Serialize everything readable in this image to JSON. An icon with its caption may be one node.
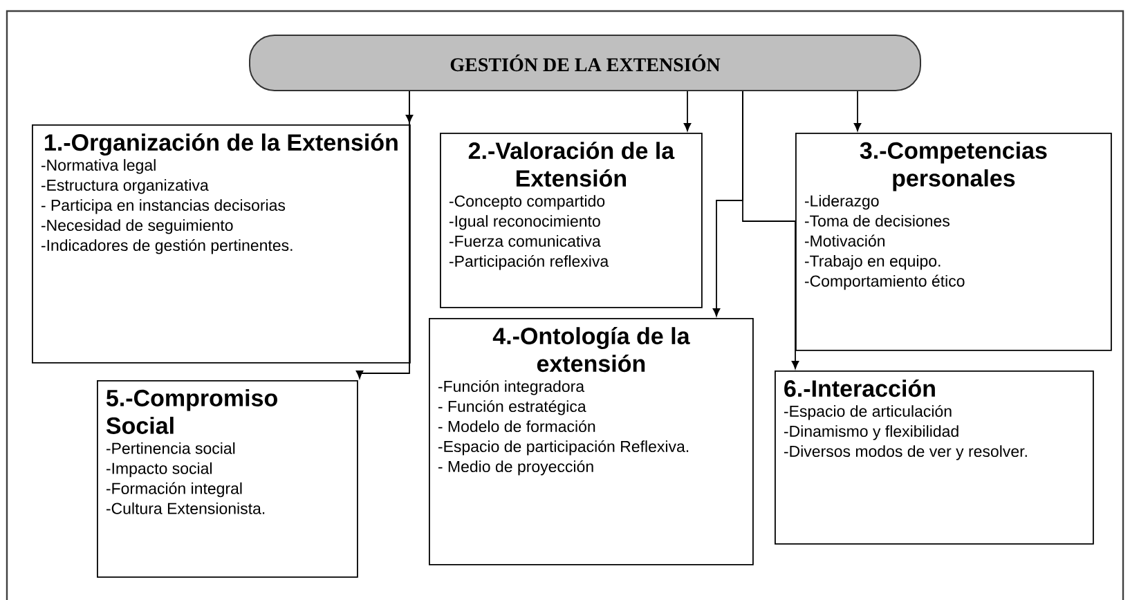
{
  "diagram": {
    "nodes": [
      {
        "text": [
          "GESTIÓN DE LA EXTENSIÓN"
        ]
      },
      {
        "text": [
          "1.-Organización de la Extensión",
          "-Normativa legal",
          "-Estructura organizativa",
          "- Participa en instancias decisorias",
          "-Necesidad de seguimiento",
          "-Indicadores de gestión pertinentes."
        ]
      },
      {
        "text": [
          "2.-Valoración de la Extensión",
          "-Concepto compartido",
          "-Igual reconocimiento",
          "-Fuerza comunicativa",
          "-Participación reflexiva"
        ]
      },
      {
        "text": [
          "3.-Competencias personales",
          "-Liderazgo",
          "-Toma de decisiones",
          "-Motivación",
          "-Trabajo en equipo.",
          "-Comportamiento ético"
        ]
      },
      {
        "text": [
          "4.-Ontología de la extensión",
          "-Función integradora",
          "- Función estratégica",
          "- Modelo de formación",
          "-Espacio de participación Reflexiva.",
          "- Medio de proyección"
        ]
      },
      {
        "text": [
          "5.-Compromiso Social",
          "-Pertinencia social",
          "-Impacto social",
          "-Formación integral",
          "-Cultura Extensionista."
        ]
      },
      {
        "text": [
          "6.-Interacción",
          "-Espacio de articulación",
          "-Dinamismo y flexibilidad",
          "-Diversos modos de ver y resolver."
        ]
      }
    ],
    "edges": [
      {
        "from": 0,
        "to": 1,
        "arrow": "to"
      },
      {
        "from": 0,
        "to": 2,
        "arrow": "to"
      },
      {
        "from": 0,
        "to": 3,
        "arrow": "to"
      },
      {
        "from": 0,
        "to": 4,
        "arrow": "to"
      },
      {
        "from": 0,
        "to": 5,
        "arrow": "to"
      },
      {
        "from": 0,
        "to": 6,
        "arrow": "to"
      }
    ]
  }
}
